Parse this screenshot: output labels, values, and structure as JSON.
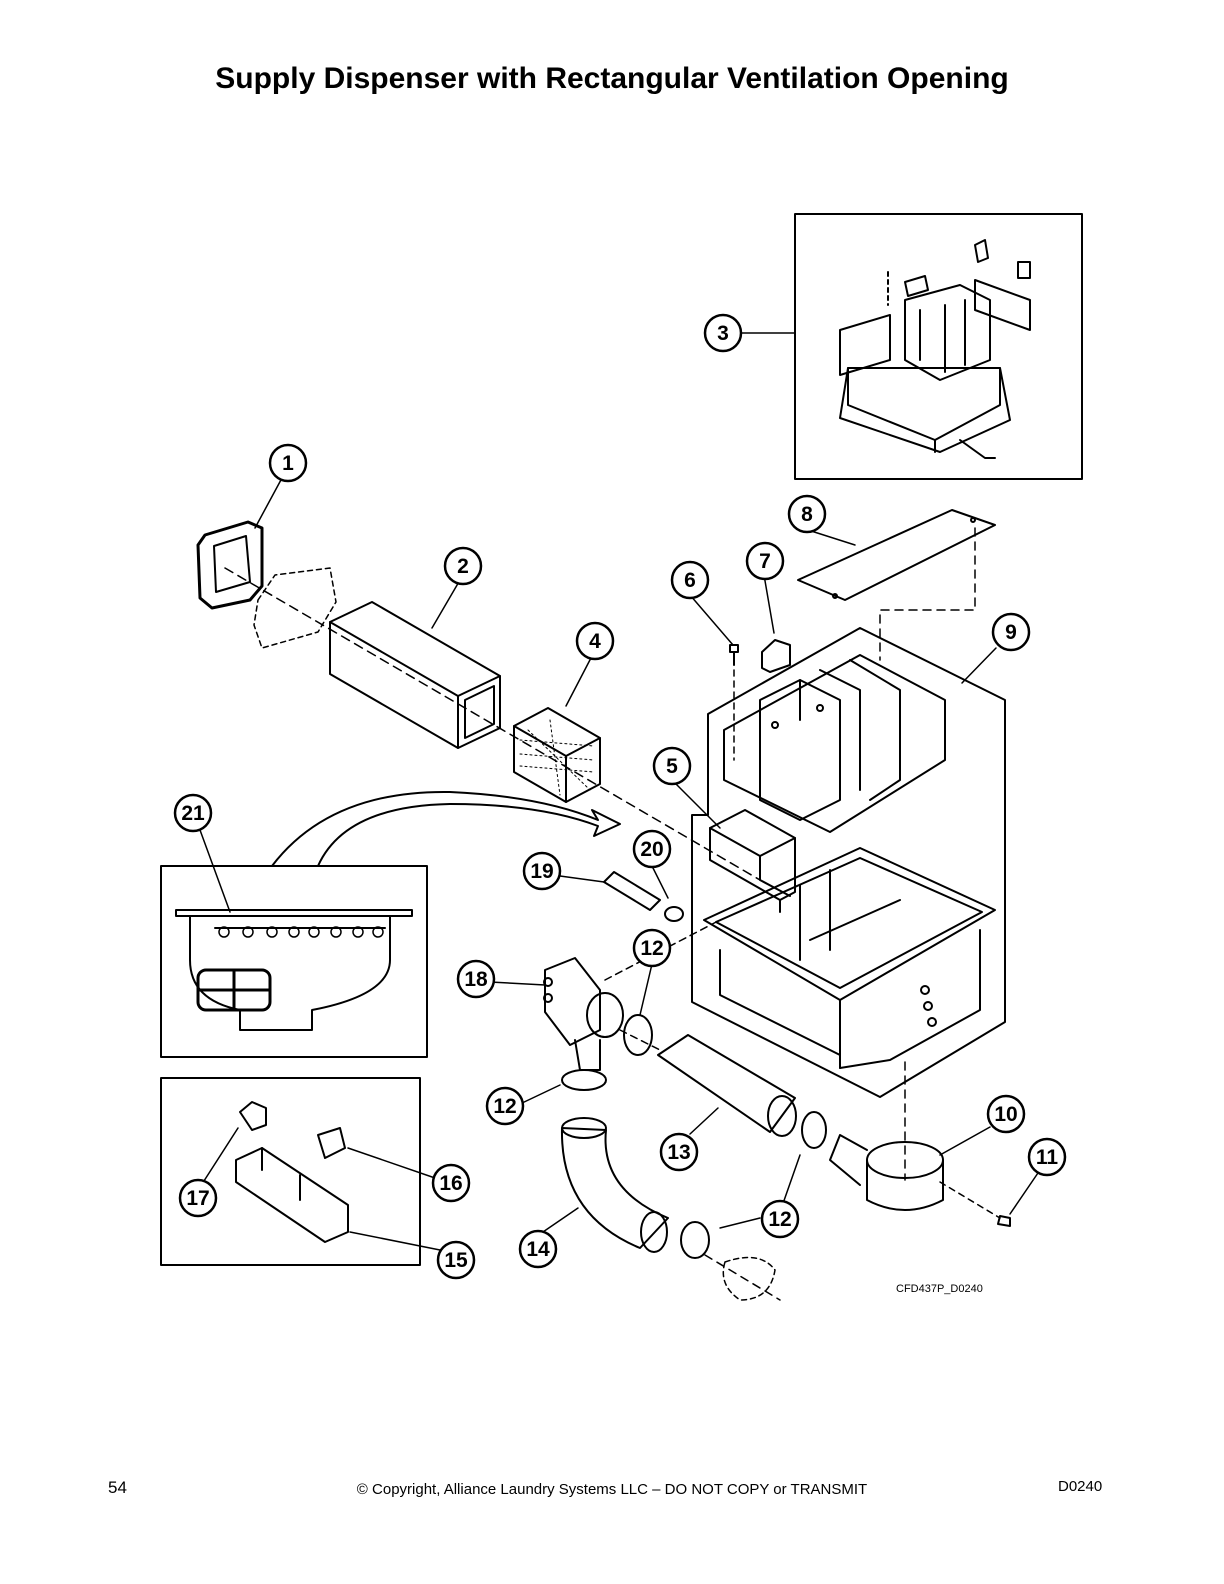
{
  "title": "Supply Dispenser with Rectangular Ventilation Opening",
  "drawing_code": "CFD437P_D0240",
  "footer": {
    "page_number": "54",
    "copyright": "© Copyright, Alliance Laundry Systems LLC – DO NOT COPY or TRANSMIT",
    "doc_id": "D0240"
  },
  "callouts": [
    "1",
    "2",
    "3",
    "4",
    "5",
    "6",
    "7",
    "8",
    "9",
    "10",
    "11",
    "12",
    "12",
    "12",
    "12",
    "13",
    "14",
    "15",
    "16",
    "17",
    "18",
    "19",
    "20",
    "21"
  ]
}
